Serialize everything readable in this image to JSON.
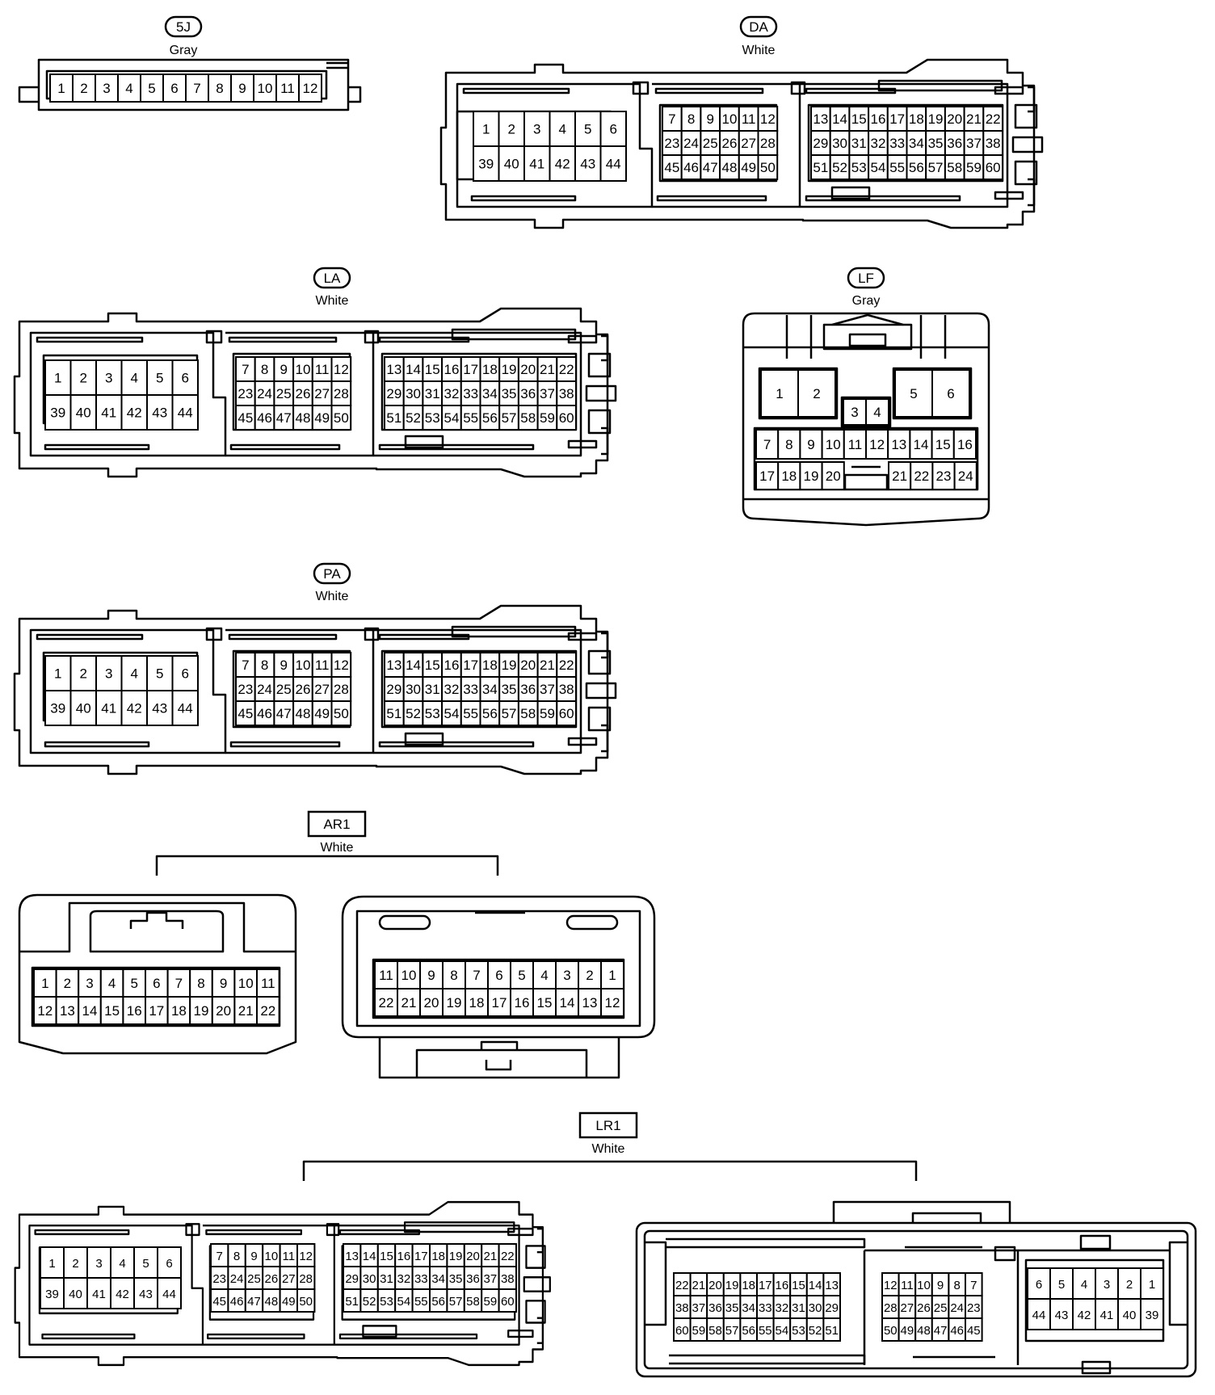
{
  "connectors": {
    "c5j": {
      "id": "5J",
      "color": "Gray"
    },
    "da": {
      "id": "DA",
      "color": "White"
    },
    "la": {
      "id": "LA",
      "color": "White"
    },
    "lf": {
      "id": "LF",
      "color": "Gray"
    },
    "pa": {
      "id": "PA",
      "color": "White"
    },
    "ar1": {
      "id": "AR1",
      "color": "White"
    },
    "lr1": {
      "id": "LR1",
      "color": "White"
    }
  },
  "pins": {
    "c5j": [
      [
        "1",
        "2",
        "3",
        "4",
        "5",
        "6",
        "7",
        "8",
        "9",
        "10",
        "11",
        "12"
      ]
    ],
    "ecu": {
      "b1": [
        [
          "1",
          "2",
          "3",
          "4",
          "5",
          "6"
        ],
        [
          "39",
          "40",
          "41",
          "42",
          "43",
          "44"
        ]
      ],
      "b2": [
        [
          "7",
          "8",
          "9",
          "10",
          "11",
          "12"
        ],
        [
          "23",
          "24",
          "25",
          "26",
          "27",
          "28"
        ],
        [
          "45",
          "46",
          "47",
          "48",
          "49",
          "50"
        ]
      ],
      "b3": [
        [
          "13",
          "14",
          "15",
          "16",
          "17",
          "18",
          "19",
          "20",
          "21",
          "22"
        ],
        [
          "29",
          "30",
          "31",
          "32",
          "33",
          "34",
          "35",
          "36",
          "37",
          "38"
        ],
        [
          "51",
          "52",
          "53",
          "54",
          "55",
          "56",
          "57",
          "58",
          "59",
          "60"
        ]
      ]
    },
    "lf": {
      "top": [
        "1",
        "2",
        "3",
        "4",
        "5",
        "6"
      ],
      "row1": [
        "7",
        "8",
        "9",
        "10",
        "11",
        "12",
        "13",
        "14",
        "15",
        "16"
      ],
      "row2": [
        "17",
        "18",
        "19",
        "20",
        "21",
        "22",
        "23",
        "24"
      ]
    },
    "ar1_left": [
      [
        "1",
        "2",
        "3",
        "4",
        "5",
        "6",
        "7",
        "8",
        "9",
        "10",
        "11"
      ],
      [
        "12",
        "13",
        "14",
        "15",
        "16",
        "17",
        "18",
        "19",
        "20",
        "21",
        "22"
      ]
    ],
    "ar1_right": [
      [
        "11",
        "10",
        "9",
        "8",
        "7",
        "6",
        "5",
        "4",
        "3",
        "2",
        "1"
      ],
      [
        "22",
        "21",
        "20",
        "19",
        "18",
        "17",
        "16",
        "15",
        "14",
        "13",
        "12"
      ]
    ],
    "lr1_right": {
      "b1": [
        [
          "22",
          "21",
          "20",
          "19",
          "18",
          "17",
          "16",
          "15",
          "14",
          "13"
        ],
        [
          "38",
          "37",
          "36",
          "35",
          "34",
          "33",
          "32",
          "31",
          "30",
          "29"
        ],
        [
          "60",
          "59",
          "58",
          "57",
          "56",
          "55",
          "54",
          "53",
          "52",
          "51"
        ]
      ],
      "b2": [
        [
          "12",
          "11",
          "10",
          "9",
          "8",
          "7"
        ],
        [
          "28",
          "27",
          "26",
          "25",
          "24",
          "23"
        ],
        [
          "50",
          "49",
          "48",
          "47",
          "46",
          "45"
        ]
      ],
      "b3": [
        [
          "6",
          "5",
          "4",
          "3",
          "2",
          "1"
        ],
        [
          "44",
          "43",
          "42",
          "41",
          "40",
          "39"
        ]
      ]
    }
  }
}
